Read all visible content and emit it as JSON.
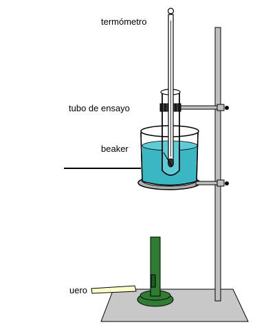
{
  "labels": {
    "thermometer": "termómetro",
    "test_tube": "tubo de ensayo",
    "beaker": "beaker",
    "lighter": "uero"
  },
  "colors": {
    "water": "#3BB7C4",
    "burner": "#2E7D32",
    "base_plate": "#C8C8C8",
    "stand_rod": "#BFBFBF",
    "outline": "#000000",
    "lighter_stick": "#FFFFCC"
  }
}
